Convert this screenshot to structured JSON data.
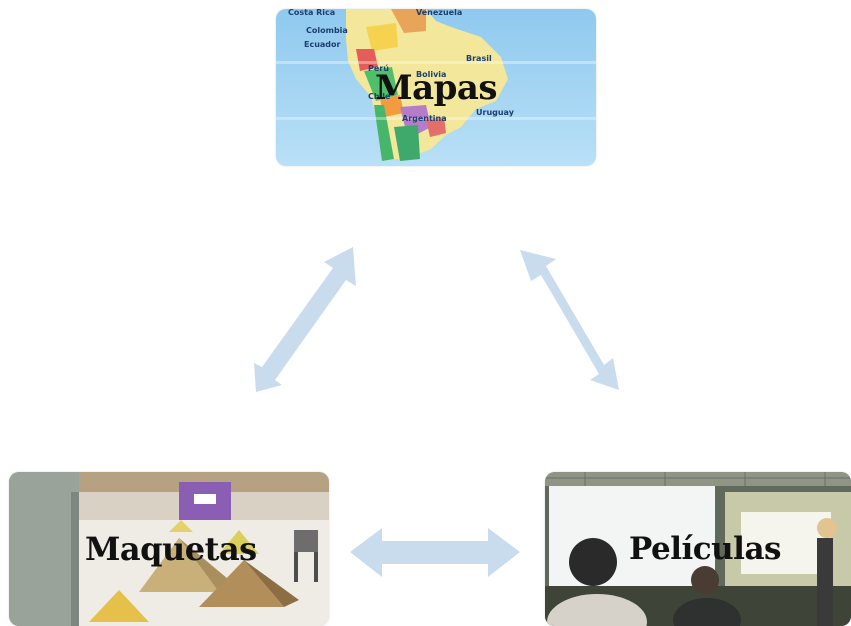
{
  "diagram": {
    "nodes": [
      {
        "id": "mapas",
        "label": "Mapas",
        "image": "south-america-map"
      },
      {
        "id": "maquetas",
        "label": "Maquetas",
        "image": "pyramid-models-classroom"
      },
      {
        "id": "peliculas",
        "label": "Películas",
        "image": "classroom-projection-screen"
      }
    ],
    "map_labels": [
      "Costa Rica",
      "Venezuela",
      "Colombia",
      "Ecuador",
      "Perú",
      "Brasil",
      "Bolivia",
      "Uruguay",
      "Argentina",
      "Chile"
    ],
    "edges": [
      {
        "from": "mapas",
        "to": "maquetas",
        "type": "bidirectional"
      },
      {
        "from": "mapas",
        "to": "peliculas",
        "type": "bidirectional"
      },
      {
        "from": "maquetas",
        "to": "peliculas",
        "type": "bidirectional"
      }
    ],
    "colors": {
      "arrow": "#c9dcee",
      "label": "#111111"
    }
  }
}
